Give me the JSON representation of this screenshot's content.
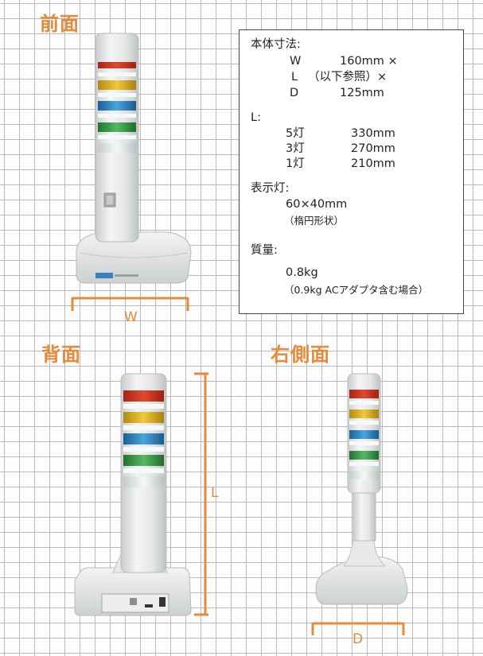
{
  "views": {
    "front": {
      "title": "前面",
      "dimension_label": "W"
    },
    "back": {
      "title": "背面",
      "dimension_label": "L"
    },
    "side": {
      "title": "右側面",
      "dimension_label": "D"
    }
  },
  "specs": {
    "body_heading": "本体寸法:",
    "body_dims": [
      {
        "key": "W",
        "value": "160mm ×"
      },
      {
        "key": "L",
        "value": "（以下参照）×"
      },
      {
        "key": "D",
        "value": "125mm"
      }
    ],
    "length_heading": "L:",
    "lengths": [
      {
        "label": "5灯",
        "value": "330mm"
      },
      {
        "label": "3灯",
        "value": "270mm"
      },
      {
        "label": "1灯",
        "value": "210mm"
      }
    ],
    "lamp_heading": "表示灯:",
    "lamp_size": "60×40mm",
    "lamp_shape": "（楕円形状）",
    "mass_heading": "質量:",
    "mass": "0.8kg",
    "mass_note": "（0.9kg ACアダプタ含む場合）"
  },
  "colors": {
    "accent": "#e48a3a",
    "grid": "#b9b9b9",
    "lamp_red": "#d83a2a",
    "lamp_yellow": "#e2b21c",
    "lamp_blue": "#2f8fd0",
    "lamp_green": "#3ea24a",
    "lamp_clear": "#e9eef0",
    "body": "#e8eaeb"
  }
}
